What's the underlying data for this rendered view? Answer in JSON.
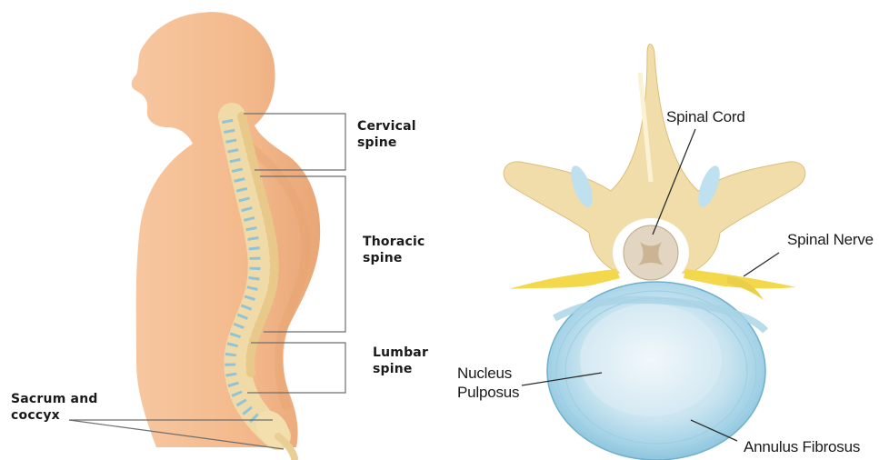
{
  "left_figure": {
    "labels": {
      "cervical": [
        "Cervical",
        "spine"
      ],
      "thoracic": [
        "Thoracic",
        "spine"
      ],
      "lumbar": [
        "Lumbar",
        "spine"
      ],
      "sacrum": [
        "Sacrum and",
        "coccyx"
      ]
    }
  },
  "right_figure": {
    "labels": {
      "spinal_cord": "Spinal Cord",
      "spinal_nerve": "Spinal Nerve",
      "nucleus": [
        "Nucleus",
        "Pulposus"
      ],
      "annulus": "Annulus Fibrosus"
    }
  },
  "colors": {
    "skin": "#f3b98c",
    "bone": "#f4e2b2",
    "disc": "#8cc7de",
    "nerve": "#f2d84a"
  }
}
